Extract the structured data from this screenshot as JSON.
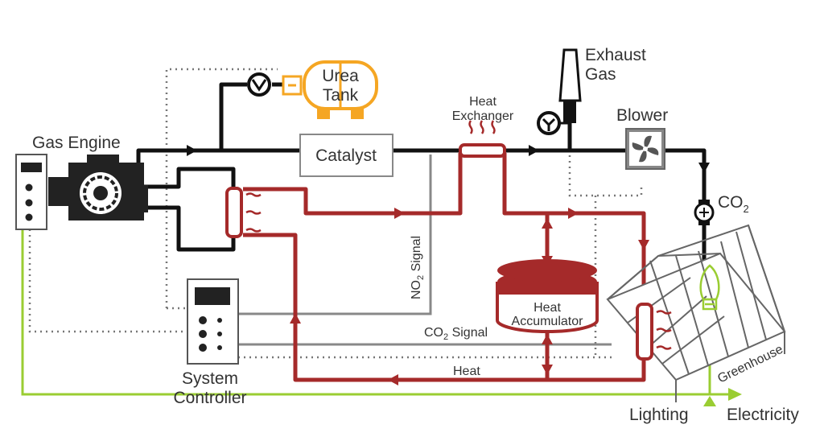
{
  "labels": {
    "gas_engine": "Gas Engine",
    "urea_tank_line1": "Urea",
    "urea_tank_line2": "Tank",
    "exhaust_gas_line1": "Exhaust",
    "exhaust_gas_line2": "Gas",
    "catalyst": "Catalyst",
    "heat_exchanger_line1": "Heat",
    "heat_exchanger_line2": "Exchanger",
    "blower": "Blower",
    "co2": "CO",
    "co2_sub": "2",
    "no2_signal_prefix": "NO",
    "no2_signal_sub": "2",
    "no2_signal_suffix": " Signal",
    "heat_accumulator_line1": "Heat",
    "heat_accumulator_line2": "Accumulator",
    "co2_signal_prefix": "CO",
    "co2_signal_sub": "2",
    "co2_signal_suffix": " Signal",
    "heat": "Heat",
    "system_controller_line1": "System",
    "system_controller_line2": "Controller",
    "greenhouse": "Greenhouse",
    "lighting": "Lighting",
    "electricity": "Electricity"
  },
  "colors": {
    "exhaust_line": "#111111",
    "heat_line": "#a52a2a",
    "signal_line": "#888888",
    "electric_line": "#9acd32",
    "urea": "#f5a623",
    "dotted": "#777777"
  },
  "icons": [
    "gas-engine-icon",
    "urea-tank-icon",
    "exhaust-stack-icon",
    "valve-icon",
    "blower-fan-icon",
    "co2-meter-icon",
    "heat-exchanger-icon",
    "heat-accumulator-icon",
    "system-controller-icon",
    "greenhouse-icon",
    "light-bulb-icon"
  ]
}
